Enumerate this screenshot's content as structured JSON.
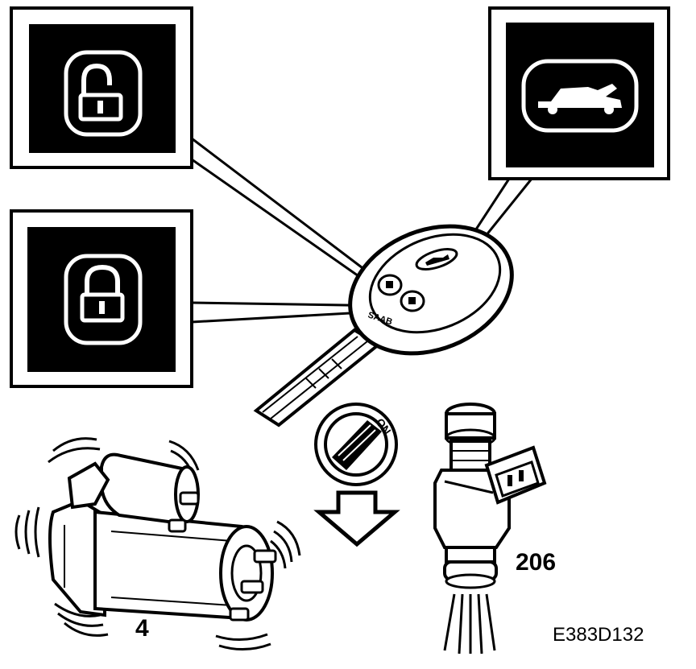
{
  "diagram": {
    "key_brand": "SAAB",
    "ignition_label": "ON",
    "starter_motor_label": "4",
    "injector_label": "206",
    "figure_code": "E383D132"
  },
  "icons": {
    "unlock": "padlock-open-icon",
    "lock": "padlock-closed-icon",
    "trunk": "car-trunk-open-icon",
    "arrow": "arrow-down-icon"
  },
  "colors": {
    "ink": "#000000",
    "paper": "#ffffff"
  }
}
